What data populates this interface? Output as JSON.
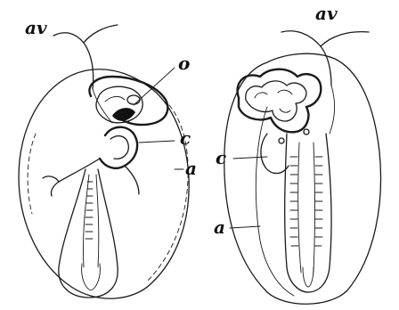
{
  "figure": {
    "left_panel": {
      "labels": {
        "av": "av",
        "o": "o",
        "c": "c",
        "a": "a"
      }
    },
    "right_panel": {
      "labels": {
        "av": "av",
        "c": "c",
        "a": "a"
      }
    }
  }
}
